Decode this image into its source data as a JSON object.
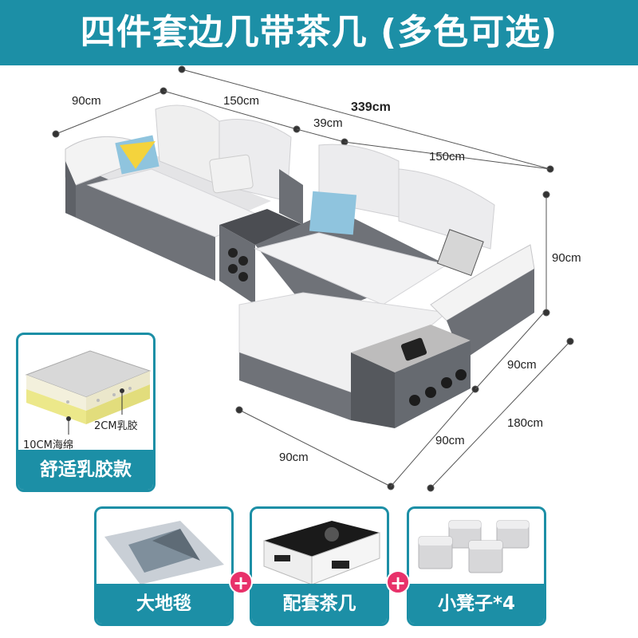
{
  "banner": {
    "title": "四件套边几带茶几 (多色可选)"
  },
  "dimensions": {
    "total_width": "339cm",
    "left_depth": "90cm",
    "left_width": "150cm",
    "side_table": "39cm",
    "right_width": "150cm",
    "height": "90cm",
    "chaise_width_right": "90cm",
    "chaise_length": "180cm",
    "chaise_front": "90cm",
    "chaise_front_side": "90cm"
  },
  "cushion": {
    "latex_label": "2CM乳胶",
    "foam_label": "10CM海绵",
    "card_label": "舒适乳胶款"
  },
  "extras": [
    {
      "label": "大地毯"
    },
    {
      "label": "配套茶几"
    },
    {
      "label": "小凳子*4"
    }
  ],
  "plus_sign": "+",
  "colors": {
    "accent": "#1c8fa6",
    "plus": "#e8316a",
    "sofa_gray": "#6f7278",
    "sofa_light": "#e9e9ea"
  }
}
